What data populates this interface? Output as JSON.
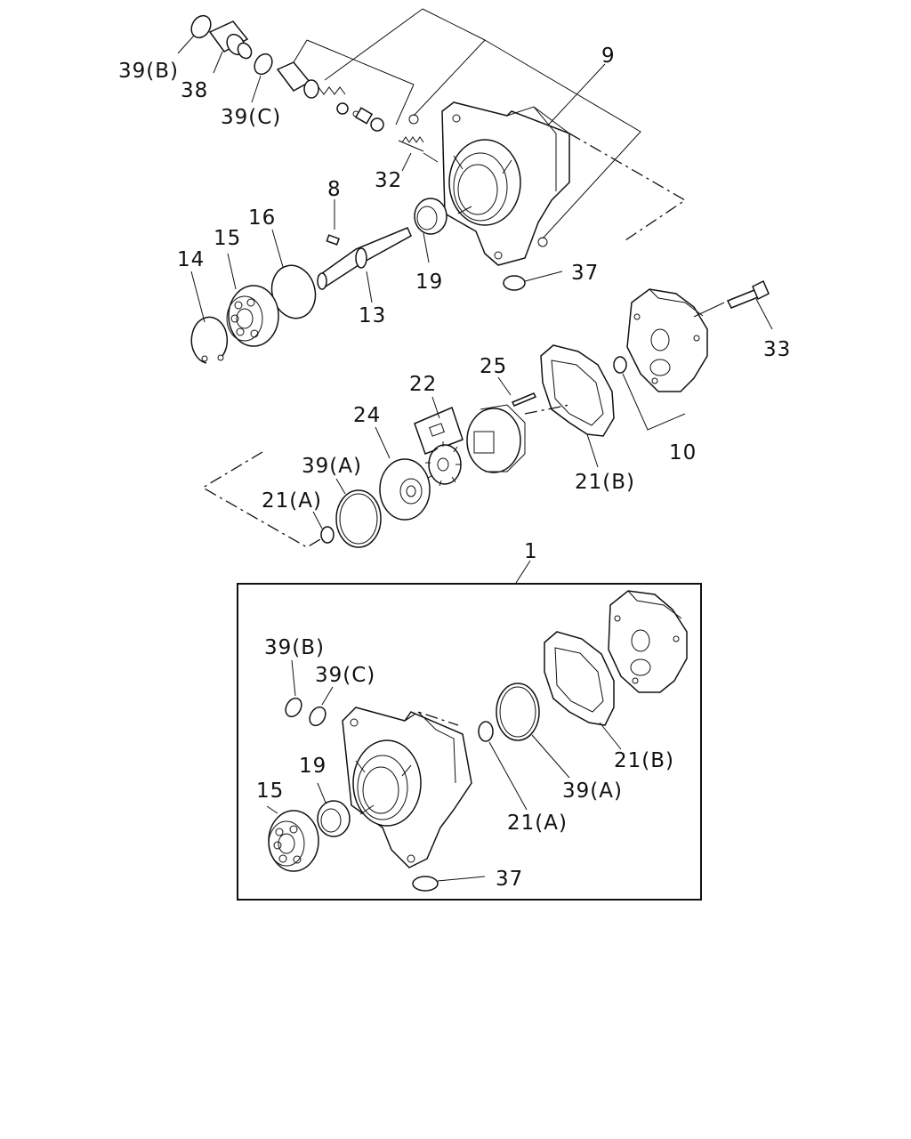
{
  "labels": {
    "l39b_top": "39(B)",
    "l38": "38",
    "l39c_top": "39(C)",
    "l9": "9",
    "l32": "32",
    "l8": "8",
    "l16": "16",
    "l15_top": "15",
    "l14": "14",
    "l13": "13",
    "l19_top": "19",
    "l37_top": "37",
    "l33": "33",
    "l25": "25",
    "l22": "22",
    "l24": "24",
    "l39a_top": "39(A)",
    "l21a_top": "21(A)",
    "l21b_top": "21(B)",
    "l10": "10",
    "l1": "1",
    "l39b_kit": "39(B)",
    "l39c_kit": "39(C)",
    "l19_kit": "19",
    "l15_kit": "15",
    "l21b_kit": "21(B)",
    "l39a_kit": "39(A)",
    "l21a_kit": "21(A)",
    "l37_kit": "37"
  }
}
